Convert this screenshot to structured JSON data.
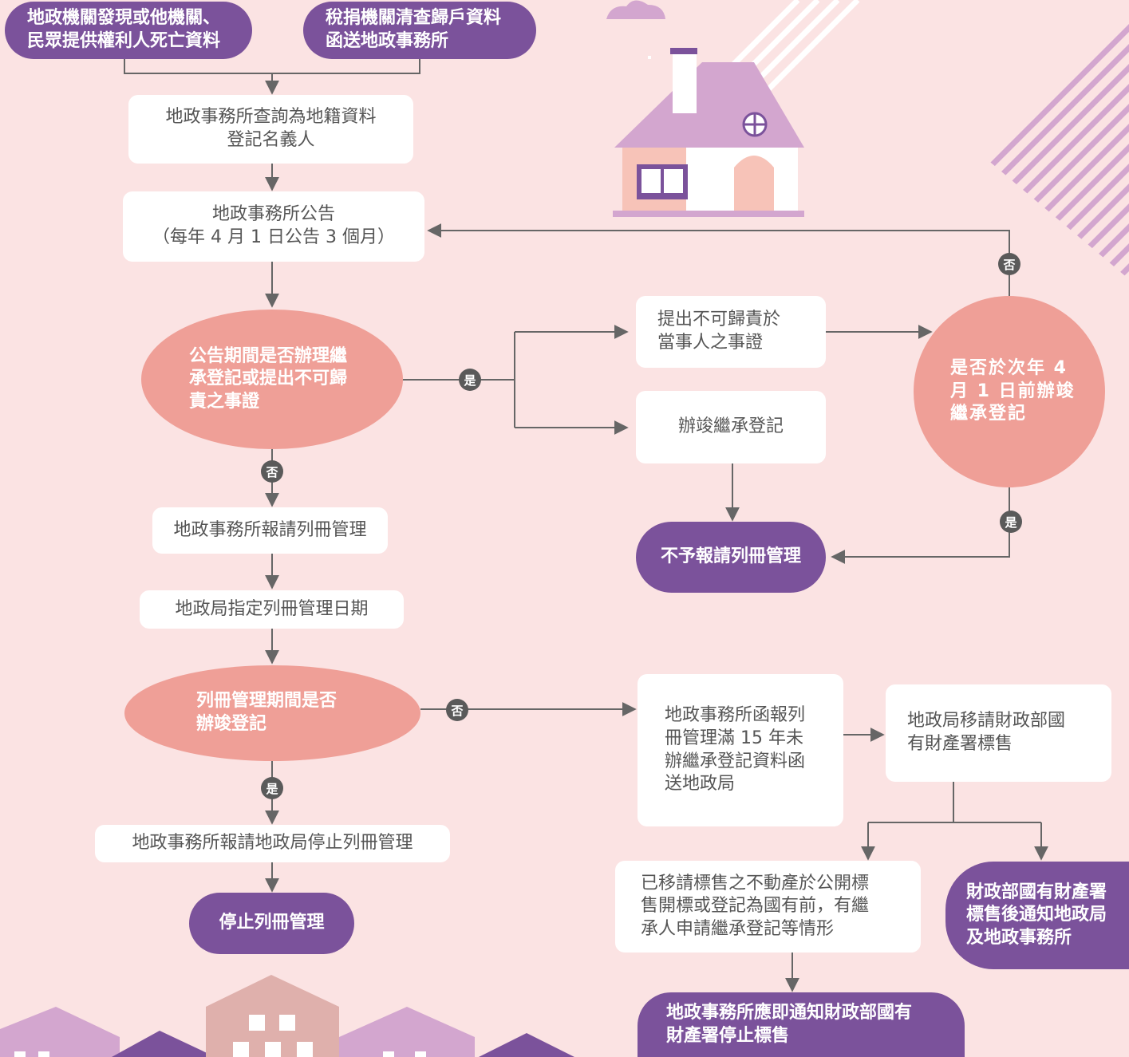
{
  "nodes": {
    "source_left": "地政機關發現或他機關、\n民眾提供權利人死亡資料",
    "source_right": "稅捐機關清查歸戶資料\n函送地政事務所",
    "query_owner": "地政事務所查詢為地籍資料\n登記名義人",
    "announce": "地政事務所公告\n（每年 4 月 1 日公告 3 個月）",
    "decision_announce": "公告期間是否辦理繼\n承登記或提出不可歸\n責之事證",
    "submit_evidence": "提出不可歸責於\n當事人之事證",
    "complete_registration": "辦竣繼承登記",
    "decision_next_year": "是否於次年 4\n月 1 日前辦竣\n繼承登記",
    "no_report": "不予報請列冊管理",
    "report_list": "地政事務所報請列冊管理",
    "bureau_date": "地政局指定列冊管理日期",
    "decision_list_period": "列冊管理期間是否\n辦竣登記",
    "report_stop": "地政事務所報請地政局停止列冊管理",
    "stop_list": "停止列冊管理",
    "report_15_years": "地政事務所函報列\n冊管理滿 15 年未\n辦繼承登記資料函\n送地政局",
    "bureau_transfer": "地政局移請財政部國\n有財產署標售",
    "transferred_property": "已移請標售之不動產於公開標\n售開標或登記為國有前，有繼\n承人申請繼承登記等情形",
    "notify_stop_sale": "地政事務所應即通知財政部國有\n財產署停止標售",
    "nafa_notify": "財政部國有財產署\n標售後通知地政局\n及地政事務所"
  },
  "labels": {
    "yes": "是",
    "no": "否"
  },
  "colors": {
    "background": "#fbe3e3",
    "purple": "#7b529b",
    "salmon": "#ef9f97",
    "box": "#ffffff",
    "arrow": "#666666",
    "lilac": "#d3a6cf"
  }
}
